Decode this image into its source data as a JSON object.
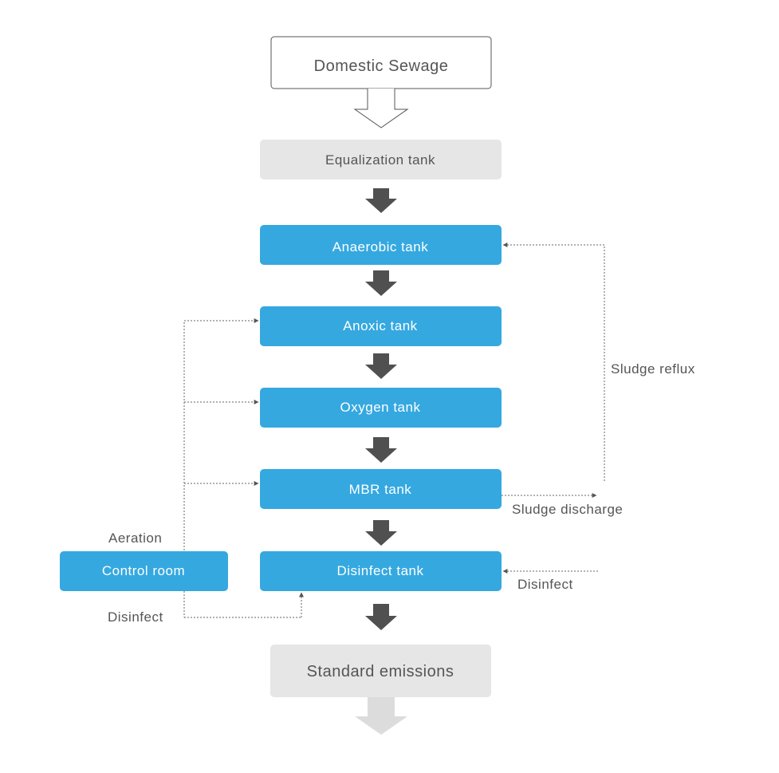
{
  "colors": {
    "blue_box": "#35a8e0",
    "gray_box": "#e6e6e6",
    "outline": "#555555",
    "arrow_dark": "#505050",
    "arrow_light": "#dcdcdc",
    "dashed_line": "#666666",
    "text_dark": "#555555",
    "text_light": "#ffffff"
  },
  "nodes": {
    "domestic_sewage": "Domestic Sewage",
    "equalization_tank": "Equalization tank",
    "anaerobic_tank": "Anaerobic tank",
    "anoxic_tank": "Anoxic tank",
    "oxygen_tank": "Oxygen tank",
    "mbr_tank": "MBR tank",
    "disinfect_tank": "Disinfect tank",
    "control_room": "Control room",
    "standard_emissions": "Standard emissions"
  },
  "labels": {
    "sludge_reflux": "Sludge reflux",
    "sludge_discharge": "Sludge discharge",
    "disinfect_right": "Disinfect",
    "aeration": "Aeration",
    "disinfect_left": "Disinfect"
  }
}
